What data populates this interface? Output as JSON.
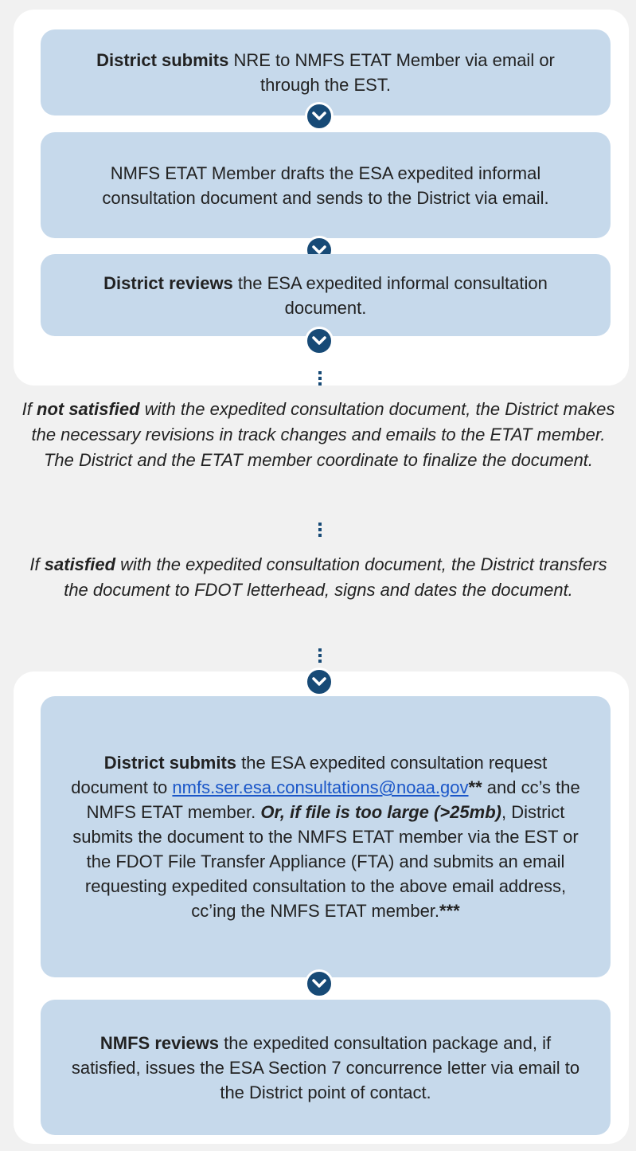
{
  "steps": {
    "s1": {
      "bold": "District submits",
      "rest": " NRE to NMFS ETAT Member via email or through the EST."
    },
    "s2": {
      "text": "NMFS ETAT Member drafts the ESA expedited informal consultation document and sends to the District via email."
    },
    "s3": {
      "bold": "District reviews",
      "rest": " the ESA expedited informal consultation document."
    },
    "s4": {
      "bold": "District submits",
      "part1": " the ESA expedited consultation request document to ",
      "email": "nmfs.ser.esa.consultations@noaa.gov",
      "stars": "**",
      "part2": " and cc’s the NMFS ETAT member. ",
      "emph": "Or, if file is too large (>25mb)",
      "part3": ", District submits the document to the NMFS ETAT member via the EST or the FDOT File Transfer Appliance (FTA) and submits an email requesting expedited consultation to the above email address, cc’ing the NMFS ETAT member.",
      "stars2": "***"
    },
    "s5": {
      "bold": "NMFS reviews",
      "rest": " the expedited consultation package and, if satisfied, issues the ESA Section 7 concurrence letter via email to the District point of contact."
    }
  },
  "conditions": {
    "not_satisfied": {
      "pre": "If ",
      "bold": "not satisfied",
      "rest": " with the expedited consultation document, the District makes the necessary revisions in track changes and emails to the ETAT member. The District and the ETAT member coordinate to finalize the document."
    },
    "satisfied": {
      "pre": "If ",
      "bold": "satisfied",
      "rest": " with the expedited consultation document, the District transfers the document to FDOT letterhead, signs and dates the document."
    }
  },
  "colors": {
    "box_fill": "#c6d9eb",
    "accent": "#174a76",
    "link": "#1a56c8"
  },
  "icons": {
    "connector": "chevron-down-icon",
    "dotted": "dotted-line"
  }
}
